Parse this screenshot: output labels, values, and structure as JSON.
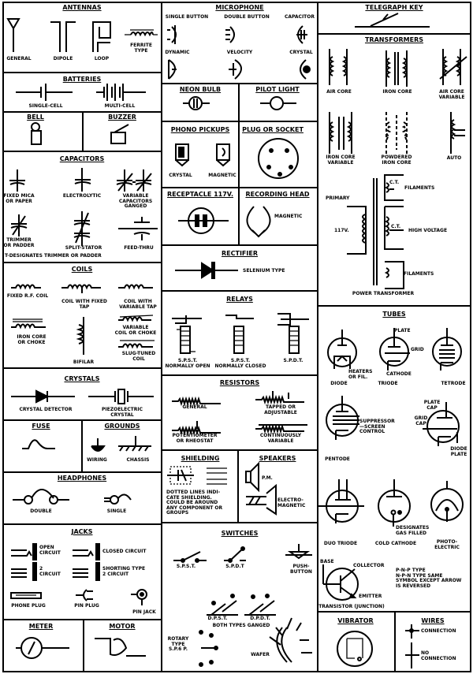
{
  "antennas": {
    "title": "ANTENNAS",
    "general": "GENERAL",
    "dipole": "DIPOLE",
    "loop": "LOOP",
    "ferrite": "FERRITE\nTYPE"
  },
  "batteries": {
    "title": "BATTERIES",
    "single": "SINGLE-CELL",
    "multi": "MULTI-CELL"
  },
  "bell": {
    "title": "BELL"
  },
  "buzzer": {
    "title": "BUZZER"
  },
  "capacitors": {
    "title": "CAPACITORS",
    "fixed": "FIXED MICA\nOR PAPER",
    "electrolytic": "ELECTROLYTIC",
    "variable": "VARIABLE\nCAPACITORS\nGANGED",
    "trimmer": "TRIMMER\nOR PADDER",
    "split": "SPLIT-STATOR",
    "feed": "FEED-THRU",
    "note": "T-DESIGNATES TRIMMER OR PADDER"
  },
  "coils": {
    "title": "COILS",
    "fixed_rf": "FIXED R.F. COIL",
    "fixed_tap": "COIL WITH FIXED\nTAP",
    "variable_tap": "COIL WITH\nVARIABLE TAP",
    "iron": "IRON CORE\nOR CHOKE",
    "bifilar": "BIFILAR",
    "variable": "VARIABLE\nCOIL OR CHOKE",
    "slug": "SLUG-TUNED\nCOIL"
  },
  "crystals": {
    "title": "CRYSTALS",
    "detector": "CRYSTAL DETECTOR",
    "piezo": "PIEZOELECTRIC\nCRYSTAL"
  },
  "fuse": {
    "title": "FUSE"
  },
  "grounds": {
    "title": "GROUNDS",
    "wiring": "WIRING",
    "chassis": "CHASSIS"
  },
  "headphones": {
    "title": "HEADPHONES",
    "double": "DOUBLE",
    "single": "SINGLE"
  },
  "jacks": {
    "title": "JACKS",
    "open": "OPEN\nCIRCUIT",
    "closed": "CLOSED CIRCUIT",
    "two": "2\nCIRCUIT",
    "shorting": "SHORTING TYPE\n2 CIRCUIT",
    "phone_plug": "PHONE PLUG",
    "pin_plug": "PIN PLUG",
    "pin_jack": "PIN JACK"
  },
  "meter": {
    "title": "METER"
  },
  "motor": {
    "title": "MOTOR"
  },
  "microphone": {
    "title": "MICROPHONE",
    "single": "SINGLE BUTTON",
    "double": "DOUBLE BUTTON",
    "capacitor": "CAPACITOR",
    "dynamic": "DYNAMIC",
    "velocity": "VELOCITY",
    "crystal": "CRYSTAL"
  },
  "neon": {
    "title": "NEON BULB"
  },
  "pilot": {
    "title": "PILOT LIGHT"
  },
  "phono": {
    "title": "PHONO PICKUPS",
    "crystal": "CRYSTAL",
    "magnetic": "MAGNETIC"
  },
  "plug": {
    "title": "PLUG OR SOCKET"
  },
  "receptacle": {
    "title": "RECEPTACLE 117V."
  },
  "recording": {
    "title": "RECORDING HEAD",
    "magnetic": "MAGNETIC"
  },
  "rectifier": {
    "title": "RECTIFIER",
    "selenium": "SELENIUM TYPE"
  },
  "relays": {
    "title": "RELAYS",
    "no": "S.P.S.T.\nNORMALLY OPEN",
    "nc": "S.P.S.T.\nNORMALLY CLOSED",
    "spdt": "S.P.D.T."
  },
  "resistors": {
    "title": "RESISTORS",
    "general": "GENERAL",
    "tapped": "TAPPED OR\nADJUSTABLE",
    "pot": "POTENTIOMETER\nOR RHEOSTAT",
    "cont": "CONTINUOUSLY\nVARIABLE"
  },
  "shielding": {
    "title": "SHIELDING",
    "note": "DOTTED LINES INDI-\nCATE SHIELDING.\nCOULD BE AROUND\nANY COMPONENT OR\nGROUPS"
  },
  "speakers": {
    "title": "SPEAKERS",
    "pm": "P.M.",
    "em": "ELECTRO-\nMAGNETIC"
  },
  "switches": {
    "title": "SWITCHES",
    "spst": "S.P.S.T.",
    "spdt": "S.P.D.T",
    "push": "PUSH-\nBUTTON",
    "dpst": "D.P.S.T.",
    "dpdt": "D.P.D.T.",
    "ganged": "BOTH TYPES GANGED",
    "rotary": "ROTARY\nTYPE\nS.P.6 P.",
    "wafer": "WAFER"
  },
  "telegraph": {
    "title": "TELEGRAPH KEY"
  },
  "transformers": {
    "title": "TRANSFORMERS",
    "air": "AIR CORE",
    "iron": "IRON CORE",
    "air_var": "AIR CORE\nVARIABLE",
    "iron_var": "IRON CORE\nVARIABLE",
    "powdered": "POWDERED\nIRON CORE",
    "auto": "AUTO",
    "primary": "PRIMARY",
    "v117": "117V.",
    "ct1": "C.T.",
    "fil1": "FILAMENTS",
    "ct2": "C.T.",
    "hv": "HIGH VOLTAGE",
    "fil2": "FILAMENTS",
    "power": "POWER TRANSFORMER"
  },
  "tubes": {
    "title": "TUBES",
    "plate": "PLATE",
    "grid": "GRID",
    "heaters": "HEATERS\nOR FIL.",
    "cathode": "CATHODE",
    "diode": "DIODE",
    "triode": "TRIODE",
    "tetrode": "TETRODE",
    "supp": "SUPPRESSOR\n—SCREEN\nCONTROL",
    "plate_cap": "PLATE\nCAP",
    "grid_cap": "GRID\nCAP",
    "diode_plate": "DIODE\nPLATE",
    "pentode": "PENTODE",
    "duo": "DUO TRIODE",
    "cold": "COLD CATHODE",
    "gas": "DESIGNATES\nGAS FILLED",
    "photo": "PHOTO-\nELECTRIC",
    "base": "BASE",
    "collector": "COLLECTOR",
    "emitter": "EMITTER",
    "transistor": "TRANSISTOR (JUNCTION)",
    "pnp": "P-N-P TYPE\nN-P-N TYPE SAME\nSYMBOL EXCEPT ARROW\nIS REVERSED"
  },
  "vibrator": {
    "title": "VIBRATOR"
  },
  "wires": {
    "title": "WIRES",
    "conn": "CONNECTION",
    "noconn": "NO\nCONNECTION"
  }
}
